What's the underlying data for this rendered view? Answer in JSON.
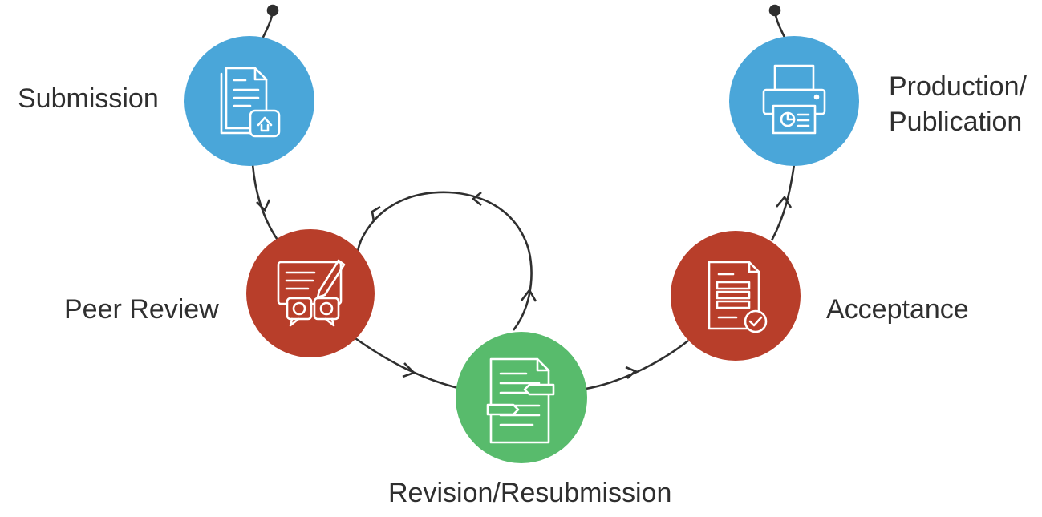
{
  "diagram": {
    "colors": {
      "blue": "#4aa6d9",
      "red": "#b83e2a",
      "green": "#58bb6c",
      "line": "#2f2f2f",
      "icon_stroke": "#ffffff"
    },
    "stages": [
      {
        "id": "submission",
        "label": "Submission",
        "color": "blue",
        "icon": "document-upload-icon"
      },
      {
        "id": "peer-review",
        "label": "Peer Review",
        "color": "red",
        "icon": "review-feedback-icon"
      },
      {
        "id": "revision",
        "label": "Revision/Resubmission",
        "color": "green",
        "icon": "document-exchange-icon"
      },
      {
        "id": "acceptance",
        "label": "Acceptance",
        "color": "red",
        "icon": "document-check-icon"
      },
      {
        "id": "production",
        "label_line1": "Production/",
        "label_line2": "Publication",
        "color": "blue",
        "icon": "printer-icon"
      }
    ]
  }
}
